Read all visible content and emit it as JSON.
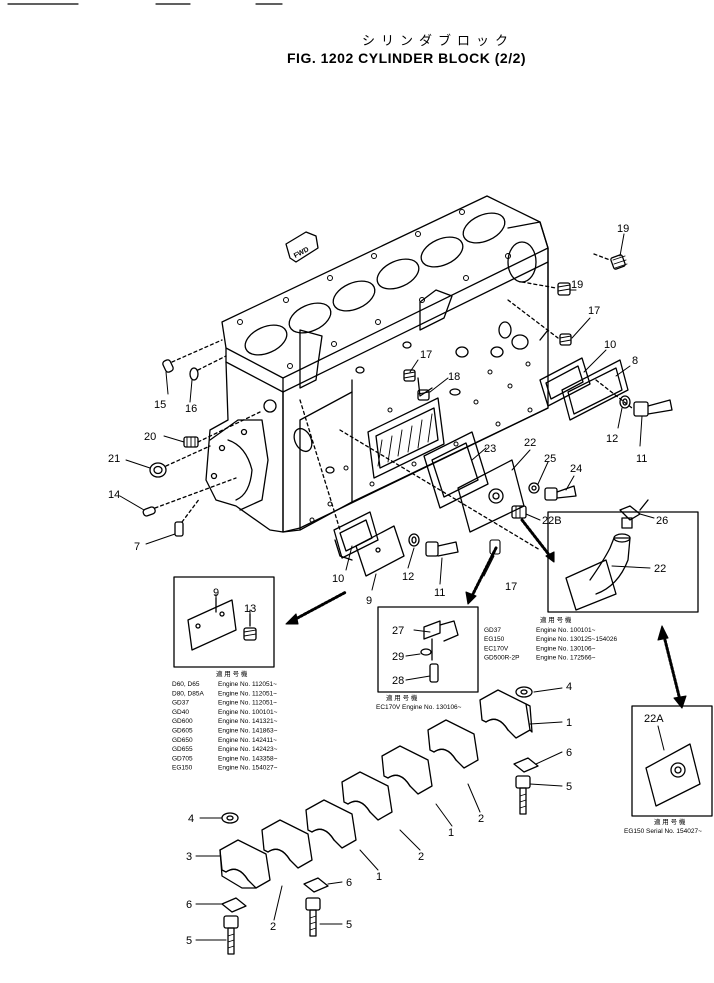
{
  "title_jp": "シリンダブロック",
  "title_en": "FIG. 1202  CYLINDER  BLOCK  (2/2)",
  "fwd_label": "FWD",
  "callouts": [
    {
      "id": "c19a",
      "label": "19"
    },
    {
      "id": "c19b",
      "label": "19"
    },
    {
      "id": "c17a",
      "label": "17"
    },
    {
      "id": "c17b",
      "label": "17"
    },
    {
      "id": "c17c",
      "label": "17"
    },
    {
      "id": "c18",
      "label": "18"
    },
    {
      "id": "c10a",
      "label": "10"
    },
    {
      "id": "c10b",
      "label": "10"
    },
    {
      "id": "c8",
      "label": "8"
    },
    {
      "id": "c12a",
      "label": "12"
    },
    {
      "id": "c12b",
      "label": "12"
    },
    {
      "id": "c11a",
      "label": "11"
    },
    {
      "id": "c11b",
      "label": "11"
    },
    {
      "id": "c15",
      "label": "15"
    },
    {
      "id": "c16",
      "label": "16"
    },
    {
      "id": "c20",
      "label": "20"
    },
    {
      "id": "c21",
      "label": "21"
    },
    {
      "id": "c14",
      "label": "14"
    },
    {
      "id": "c7",
      "label": "7"
    },
    {
      "id": "c23",
      "label": "23"
    },
    {
      "id": "c22a",
      "label": "22"
    },
    {
      "id": "c25",
      "label": "25"
    },
    {
      "id": "c24",
      "label": "24"
    },
    {
      "id": "c22b",
      "label": "22B"
    },
    {
      "id": "c26",
      "label": "26"
    },
    {
      "id": "c22c",
      "label": "22"
    },
    {
      "id": "c9a",
      "label": "9"
    },
    {
      "id": "c9b",
      "label": "9"
    },
    {
      "id": "c13",
      "label": "13"
    },
    {
      "id": "c27",
      "label": "27"
    },
    {
      "id": "c29",
      "label": "29"
    },
    {
      "id": "c28",
      "label": "28"
    },
    {
      "id": "c4a",
      "label": "4"
    },
    {
      "id": "c4b",
      "label": "4"
    },
    {
      "id": "c1a",
      "label": "1"
    },
    {
      "id": "c1b",
      "label": "1"
    },
    {
      "id": "c1c",
      "label": "1"
    },
    {
      "id": "c2a",
      "label": "2"
    },
    {
      "id": "c2b",
      "label": "2"
    },
    {
      "id": "c2c",
      "label": "2"
    },
    {
      "id": "c3",
      "label": "3"
    },
    {
      "id": "c6a",
      "label": "6"
    },
    {
      "id": "c6b",
      "label": "6"
    },
    {
      "id": "c6c",
      "label": "6"
    },
    {
      "id": "c5a",
      "label": "5"
    },
    {
      "id": "c5b",
      "label": "5"
    },
    {
      "id": "c5c",
      "label": "5"
    },
    {
      "id": "c22A",
      "label": "22A"
    }
  ],
  "applicability_left": {
    "heading": "適 用 号 機",
    "rows": [
      {
        "model": "D60, D65",
        "engine": "Engine No. 112051~"
      },
      {
        "model": "D80, D85A",
        "engine": "Engine No. 112051~"
      },
      {
        "model": "GD37",
        "engine": "Engine No. 112051~"
      },
      {
        "model": "GD40",
        "engine": "Engine No. 100101~"
      },
      {
        "model": "GD600",
        "engine": "Engine No. 141321~"
      },
      {
        "model": "GD605",
        "engine": "Engine No. 141863~"
      },
      {
        "model": "GD650",
        "engine": "Engine No. 142411~"
      },
      {
        "model": "GD655",
        "engine": "Engine No. 142423~"
      },
      {
        "model": "GD705",
        "engine": "Engine No. 143358~"
      },
      {
        "model": "EG150",
        "engine": "Engine No. 154027~"
      }
    ]
  },
  "applicability_right": {
    "heading": "適 用 号 機",
    "rows": [
      {
        "model": "GD37",
        "engine": "Engine No. 100101~"
      },
      {
        "model": "EG150",
        "engine": "Engine No. 130125~154026"
      },
      {
        "model": "EC170V",
        "engine": "Engine No. 130106~"
      },
      {
        "model": "GD500R-2P",
        "engine": "Engine No. 172566~"
      }
    ]
  },
  "applicability_mid": {
    "heading": "適 用 号 機",
    "text": "EC170V Engine No. 130106~"
  },
  "applicability_22A": {
    "heading": "適 用 号 機",
    "text": "EG150 Serial No. 154027~"
  }
}
